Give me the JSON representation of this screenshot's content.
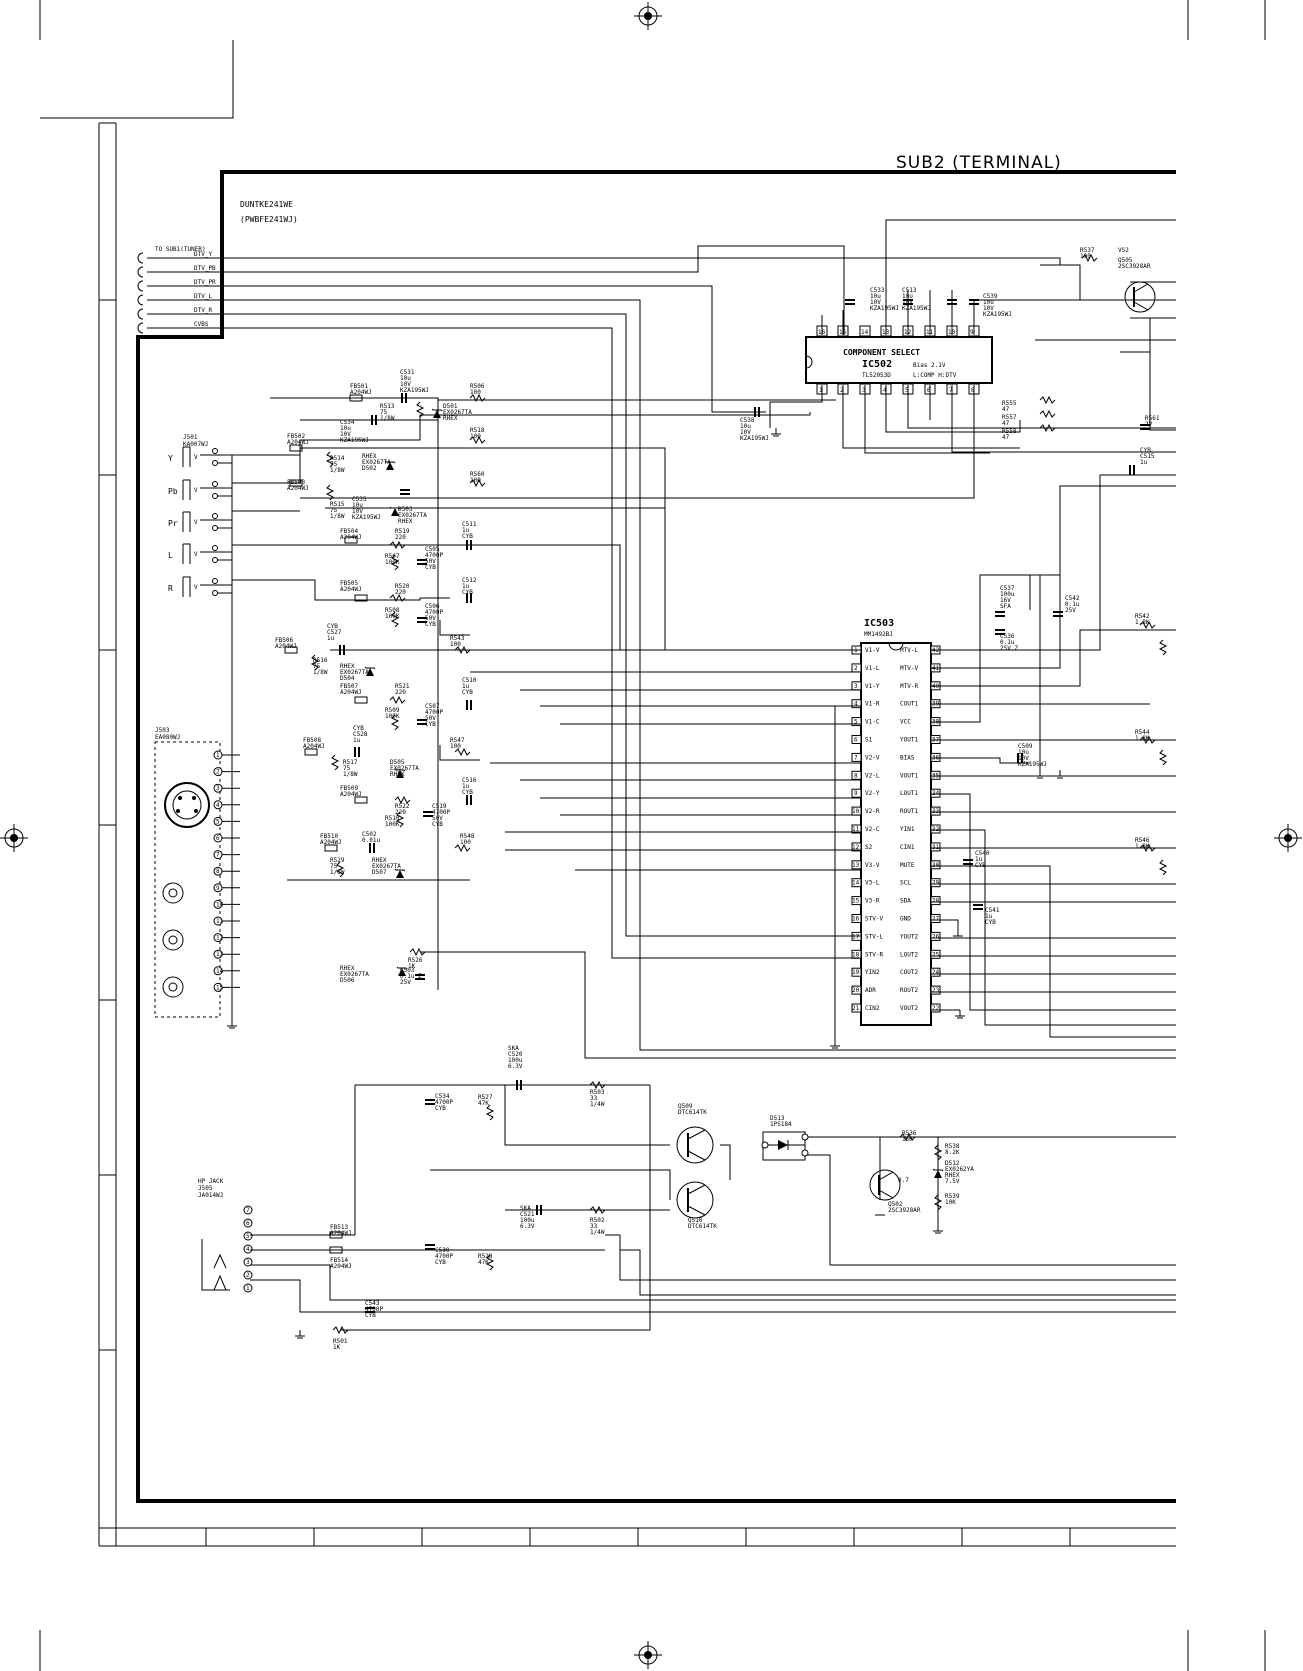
{
  "title": "SUB2 (TERMINAL)",
  "board": {
    "name": "DUNTKE241WE",
    "part": "(PWBFE241WJ)"
  },
  "tuner_connector": {
    "label": "TO SUB1(TUNER)",
    "signals": [
      "DTV_Y",
      "DTV_PB",
      "DTV_PR",
      "DTV_L",
      "DTV_R",
      "CVBS"
    ]
  },
  "ic502": {
    "name": "COMPONENT SELECT",
    "ref": "IC502",
    "part": "TL52053D",
    "note1": "Bias 2.1V",
    "note2": "L:COMP H:DTV",
    "pins_top": [
      "16",
      "15",
      "14",
      "13",
      "12",
      "11",
      "10",
      "9"
    ],
    "pins_bottom": [
      "1",
      "2",
      "3",
      "4",
      "5",
      "6",
      "7",
      "8"
    ]
  },
  "ic503": {
    "ref": "IC503",
    "part": "MM1492BJ",
    "left_pins": [
      {
        "n": "1",
        "s": "V1-V"
      },
      {
        "n": "2",
        "s": "V1-L"
      },
      {
        "n": "3",
        "s": "V1-Y"
      },
      {
        "n": "4",
        "s": "V1-R"
      },
      {
        "n": "5",
        "s": "V1-C"
      },
      {
        "n": "6",
        "s": "S1"
      },
      {
        "n": "7",
        "s": "V2-V"
      },
      {
        "n": "8",
        "s": "V2-L"
      },
      {
        "n": "9",
        "s": "V2-Y"
      },
      {
        "n": "10",
        "s": "V2-R"
      },
      {
        "n": "11",
        "s": "V2-C"
      },
      {
        "n": "12",
        "s": "S2"
      },
      {
        "n": "13",
        "s": "V3-V"
      },
      {
        "n": "14",
        "s": "V3-L"
      },
      {
        "n": "15",
        "s": "V3-R"
      },
      {
        "n": "16",
        "s": "STV-V"
      },
      {
        "n": "17",
        "s": "STV-L"
      },
      {
        "n": "18",
        "s": "STV-R"
      },
      {
        "n": "19",
        "s": "YIN2"
      },
      {
        "n": "20",
        "s": "ADR"
      },
      {
        "n": "21",
        "s": "CIN2"
      }
    ],
    "right_pins": [
      {
        "n": "42",
        "s": "MTV-L"
      },
      {
        "n": "41",
        "s": "MTV-V"
      },
      {
        "n": "40",
        "s": "MTV-R"
      },
      {
        "n": "39",
        "s": "COUT1"
      },
      {
        "n": "38",
        "s": "VCC"
      },
      {
        "n": "37",
        "s": "YOUT1"
      },
      {
        "n": "36",
        "s": "BIAS"
      },
      {
        "n": "35",
        "s": "VOUT1"
      },
      {
        "n": "34",
        "s": "LOUT1"
      },
      {
        "n": "33",
        "s": "ROUT1"
      },
      {
        "n": "32",
        "s": "YIN1"
      },
      {
        "n": "31",
        "s": "CIN1"
      },
      {
        "n": "30",
        "s": "MUTE"
      },
      {
        "n": "29",
        "s": "SCL"
      },
      {
        "n": "28",
        "s": "SDA"
      },
      {
        "n": "27",
        "s": "GND"
      },
      {
        "n": "26",
        "s": "YOUT2"
      },
      {
        "n": "25",
        "s": "LOUT2"
      },
      {
        "n": "24",
        "s": "COUT2"
      },
      {
        "n": "23",
        "s": "ROUT2"
      },
      {
        "n": "22",
        "s": "VOUT2"
      }
    ]
  },
  "j501": {
    "ref": "J501",
    "part": "KA007WJ",
    "channels": [
      "Y",
      "Pb",
      "Pr",
      "L",
      "R"
    ]
  },
  "j503": {
    "ref": "J503",
    "part": "EA080WJ"
  },
  "j505": {
    "line1": "HP JACK",
    "ref": "J505",
    "part": "JA014WJ"
  },
  "transistors": [
    {
      "ref": "Q505",
      "part": "2SC3928AR",
      "label": "VS2"
    },
    {
      "ref": "Q509",
      "part": "DTC614TK"
    },
    {
      "ref": "Q510",
      "part": "DTC614TK"
    },
    {
      "ref": "Q502",
      "part": "2SC3928AR"
    }
  ],
  "d513": {
    "ref": "D513",
    "part": "1PS184"
  },
  "labels": {
    "r537": [
      "R537",
      "100"
    ],
    "vs2": "VS2",
    "q505": [
      "Q505",
      "2SC3928AR"
    ],
    "c533": [
      "C533",
      "10u",
      "10V",
      "KZA195WJ"
    ],
    "c513": [
      "C513",
      "10u",
      "10V",
      "KZA195WJ"
    ],
    "c539": [
      "C539",
      "10u",
      "10V",
      "KZA195WJ"
    ],
    "c538": [
      "C538",
      "10u",
      "10V",
      "KZA195WJ"
    ],
    "r555": [
      "R555",
      "47"
    ],
    "r557": [
      "R557",
      "47"
    ],
    "r558": [
      "R558",
      "47"
    ],
    "c531": [
      "C531",
      "10u",
      "10V",
      "KZA195WJ"
    ],
    "fb501": [
      "FB501",
      "A204WJ"
    ],
    "r513": [
      "R513",
      "75",
      "1/8W"
    ],
    "d501": [
      "D501",
      "EX0267TA",
      "RHEX"
    ],
    "r506": [
      "R506",
      "100"
    ],
    "c534": [
      "C534",
      "10u",
      "10V",
      "KZA195WJ"
    ],
    "fb502": [
      "FB502",
      "A204WJ"
    ],
    "r518": [
      "R518",
      "100"
    ],
    "r514": [
      "R514",
      "75",
      "1/8W"
    ],
    "d502": [
      "RHEX",
      "EX0267TA",
      "D502"
    ],
    "fb503": [
      "FB503",
      "A204WJ"
    ],
    "r560": [
      "R560",
      "100"
    ],
    "r515": [
      "R515",
      "75",
      "1/8W"
    ],
    "c535": [
      "C535",
      "10u",
      "10V",
      "KZA195WJ"
    ],
    "d503": [
      "D503",
      "EX0267TA",
      "RHEX"
    ],
    "fb504": [
      "FB504",
      "A204WJ"
    ],
    "r519": [
      "R519",
      "220"
    ],
    "c511": [
      "C511",
      "1u",
      "CYB"
    ],
    "r507": [
      "R507",
      "100K"
    ],
    "c505": [
      "C505",
      "4700P",
      "50V",
      "CYB"
    ],
    "fb505": [
      "FB505",
      "A204WJ"
    ],
    "r520": [
      "R520",
      "220"
    ],
    "c512": [
      "C512",
      "1u",
      "CYB"
    ],
    "r508": [
      "R508",
      "100K"
    ],
    "c506": [
      "C506",
      "4700P",
      "50V",
      "CYB"
    ],
    "fb506": [
      "FB506",
      "A204WJ"
    ],
    "c527": [
      "CYB",
      "C527",
      "1u"
    ],
    "r543": [
      "R543",
      "100"
    ],
    "r516": [
      "R516",
      "75",
      "1/8W"
    ],
    "d504": [
      "RHEX",
      "EX0267TA",
      "D504"
    ],
    "fb507": [
      "FB507",
      "A204WJ"
    ],
    "r521": [
      "R521",
      "220"
    ],
    "c510": [
      "C510",
      "1u",
      "CYB"
    ],
    "r509": [
      "R509",
      "100K"
    ],
    "c507": [
      "C507",
      "4700P",
      "50V",
      "CYB"
    ],
    "fb508": [
      "FB508",
      "A204WJ"
    ],
    "c528": [
      "CYB",
      "C528",
      "1u"
    ],
    "r547": [
      "R547",
      "100"
    ],
    "r517": [
      "R517",
      "75",
      "1/8W"
    ],
    "d505": [
      "D505",
      "EX0267TA",
      "RHEX"
    ],
    "fb509": [
      "FB509",
      "A204WJ"
    ],
    "c516": [
      "C516",
      "1u",
      "CYB"
    ],
    "r522": [
      "R522",
      "220"
    ],
    "r510": [
      "R510",
      "100K"
    ],
    "c519": [
      "C519",
      "4700P",
      "50V",
      "CYB"
    ],
    "fb510": [
      "FB510",
      "A204WJ"
    ],
    "c502": [
      "C502",
      "0.01u"
    ],
    "r548": [
      "R548",
      "100"
    ],
    "r529": [
      "R529",
      "75",
      "1/8W"
    ],
    "d507": [
      "RHEX",
      "EX0267TA",
      "D507"
    ],
    "r526": [
      "R526",
      "1K"
    ],
    "d506": [
      "RHEX",
      "EX0267TA",
      "D506"
    ],
    "c503": [
      "C503",
      "0.1u Z",
      "25V"
    ],
    "c537": [
      "C537",
      "100u",
      "16V",
      "SFA"
    ],
    "c536": [
      "C536",
      "0.1u",
      "25V Z"
    ],
    "c542": [
      "C542",
      "0.1u",
      "25V"
    ],
    "c509": [
      "C509",
      "10u",
      "10V",
      "KZA195WJ"
    ],
    "c540": [
      "C540",
      "1u",
      "CYB"
    ],
    "c541": [
      "C541",
      "1u",
      "CYB"
    ],
    "r561": [
      "R561",
      "2V"
    ],
    "c515": [
      "CYB",
      "C515",
      "1u"
    ],
    "r542": [
      "R542",
      "1.8K"
    ],
    "r544": [
      "R544",
      "1.8K"
    ],
    "r546": [
      "R546",
      "1.8K"
    ],
    "c520": [
      "SKA",
      "C520",
      "100u",
      "6.3V"
    ],
    "r503": [
      "R503",
      "33",
      "1/4W"
    ],
    "c534b": [
      "C534",
      "4700P",
      "CYB"
    ],
    "r527": [
      "R527",
      "47K"
    ],
    "q509": [
      "Q509",
      "DTC614TK"
    ],
    "q510": [
      "Q510",
      "DTC614TK"
    ],
    "d513": [
      "D513",
      "1PS184"
    ],
    "r536": [
      "R536",
      "15K"
    ],
    "r538": [
      "R538",
      "8.2K"
    ],
    "d512": [
      "D512",
      "EX0262YA",
      "RHEX",
      "7.5V"
    ],
    "r539": [
      "R539",
      "10K"
    ],
    "q502": [
      "Q502",
      "2SC3928AR"
    ],
    "v07": "0.7",
    "c521": [
      "SKA",
      "C521",
      "100u",
      "6.3V"
    ],
    "r502": [
      "R502",
      "33",
      "1/4W"
    ],
    "c530": [
      "C530",
      "4700P",
      "CYB"
    ],
    "r528": [
      "R528",
      "47K"
    ],
    "fb513": [
      "FB513",
      "A204WJ"
    ],
    "fb514": [
      "FB514",
      "A204WJ"
    ],
    "c543": [
      "C543",
      "4700P",
      "CYB"
    ],
    "r501": [
      "R501",
      "1K"
    ]
  }
}
